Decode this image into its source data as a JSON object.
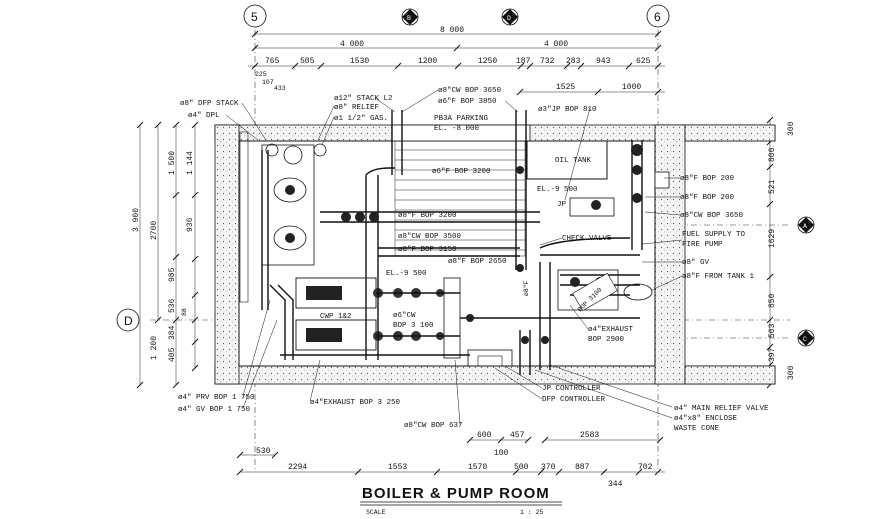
{
  "drawing": {
    "title": "BOILER & PUMP ROOM",
    "scale_label": "SCALE",
    "scale_value": "1 : 25"
  },
  "grid_bubbles": {
    "g5": "5",
    "g6": "6",
    "gB": "B",
    "gD_top": "D",
    "gD_left": "D",
    "gA": "A",
    "gC": "C"
  },
  "top_dims": {
    "overall": "8 000",
    "half_left": "4 000",
    "half_right": "4 000",
    "row3": [
      "765",
      "505",
      "1530",
      "1200",
      "1250",
      "187",
      "732",
      "283",
      "943",
      "625"
    ],
    "row4": [
      "1525",
      "1000"
    ],
    "small_225": "225",
    "small_107": "107",
    "small_433": "433"
  },
  "bottom_dims": {
    "row1": [
      "2294",
      "1553",
      "1570",
      "500",
      "370",
      "887",
      "702"
    ],
    "d530": "530",
    "d600": "600",
    "d457": "457",
    "d2583": "2583",
    "d100": "100",
    "d344": "344"
  },
  "left_dims": {
    "overall": "3 900",
    "d2700": "2700",
    "d1200": "1 200",
    "d1500": "1 500",
    "d1144": "1 144",
    "d936": "936",
    "d985": "985",
    "d536": "536",
    "d384": "384",
    "d405": "405",
    "d88": "88"
  },
  "right_dims": [
    "300",
    "800",
    "521",
    "1629",
    "850",
    "503",
    "397",
    "300"
  ],
  "labels": {
    "dfp_stack": "ø8\" DFP STACK",
    "dpl": "ø4\" DPL",
    "relief": "ø8\" RELIEF",
    "gas": "ø1 1/2\" GAS.",
    "stack_l2": "ø12\" STACK L2",
    "cw_bop_3650_top": "ø8\"CW BOP 3650",
    "f_bop_3850": "ø6\"F BOP 3850",
    "jp_bop_810": "ø3\"JP BOP 810",
    "pb3a": "PB3A PARKING",
    "el_8000": "EL. -8 000",
    "oil_tank": "OIL TANK",
    "f_bop_3200_a": "ø6\"F BOP 3200",
    "el9500_top": "EL.-9 500",
    "f_bop_200a": "ø8\"F BOP 200",
    "f_bop_200b": "ø8\"F BOP 200",
    "cw_bop_3650_right": "ø8\"CW BOP 3650",
    "jp": "JP",
    "f_bop_3200_b": "ø8\"F BOP 3200",
    "cw_bop_3500": "ø8\"CW BOP 3500",
    "check_valve": "CHECK VALVE",
    "fuel_supply_1": "FUEL SUPPLY TO",
    "fuel_supply_2": "FIRE PUMP",
    "f_bop_3150": "ø8\"F BOP 3150",
    "f_bop_2650": "ø8\"F BOP 2650",
    "gv": "ø8\" GV",
    "from_tank": "ø8\"F FROM TANK 1",
    "el9500_mid": "EL.-9 500",
    "bop_3100": "BOP 3100",
    "cwp": "CWP 1&2",
    "cw_small": "ø6\"CW",
    "bop_3100b": "BOP 3 100",
    "exhaust_2900_a": "ø4\"EXHAUST",
    "exhaust_2900_b": "BOP 2900",
    "prv": "ø4\" PRV BOP 1 750",
    "gv_bop": "ø4\" GV BOP 1 750",
    "exhaust_3250": "ø4\"EXHAUST BOP 3 250",
    "cw_bop_637": "ø8\"CW BOP 637",
    "jp_controller": "JP CONTROLLER",
    "dfp_controller": "DFP CONTROLLER",
    "main_relief": "ø4\" MAIN RELIEF VALVE",
    "enclose": "ø4\"x8\" ENCLOSE",
    "waste_cone": "WASTE CONE",
    "vert_f": "ø8\"F"
  }
}
